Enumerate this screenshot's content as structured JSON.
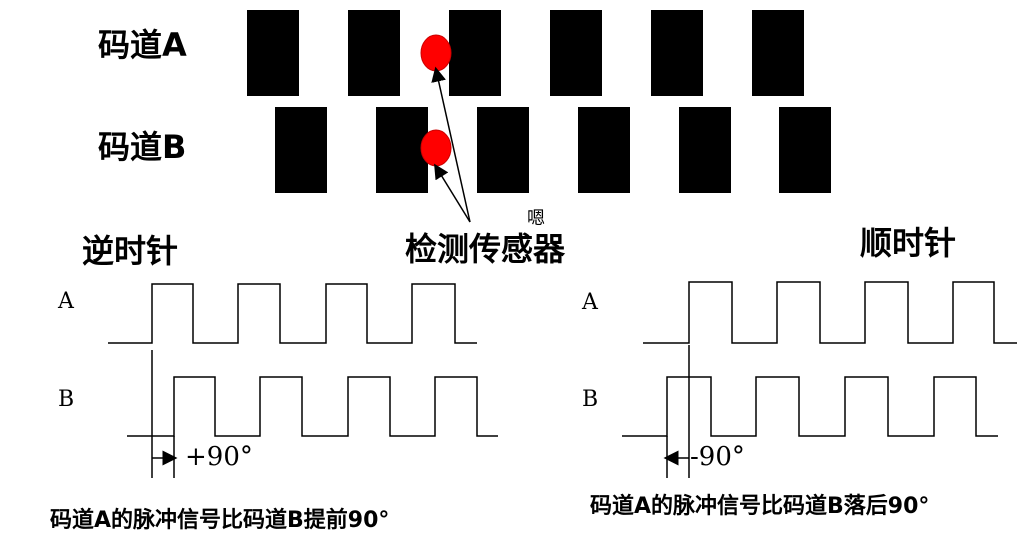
{
  "labels": {
    "track_a": "码道A",
    "track_b": "码道B",
    "sensor": "检测传感器",
    "stray_char": "嗯",
    "ccw": "逆时针",
    "cw": "顺时针",
    "sig_a": "A",
    "sig_b": "B",
    "phase_ccw": "+90°",
    "phase_cw": "-90°",
    "caption_ccw": "码道A的脉冲信号比码道B提前90°",
    "caption_cw": "码道A的脉冲信号比码道B落后90°"
  },
  "colors": {
    "ink": "#000000",
    "sensor_dot": "#ff0000"
  }
}
